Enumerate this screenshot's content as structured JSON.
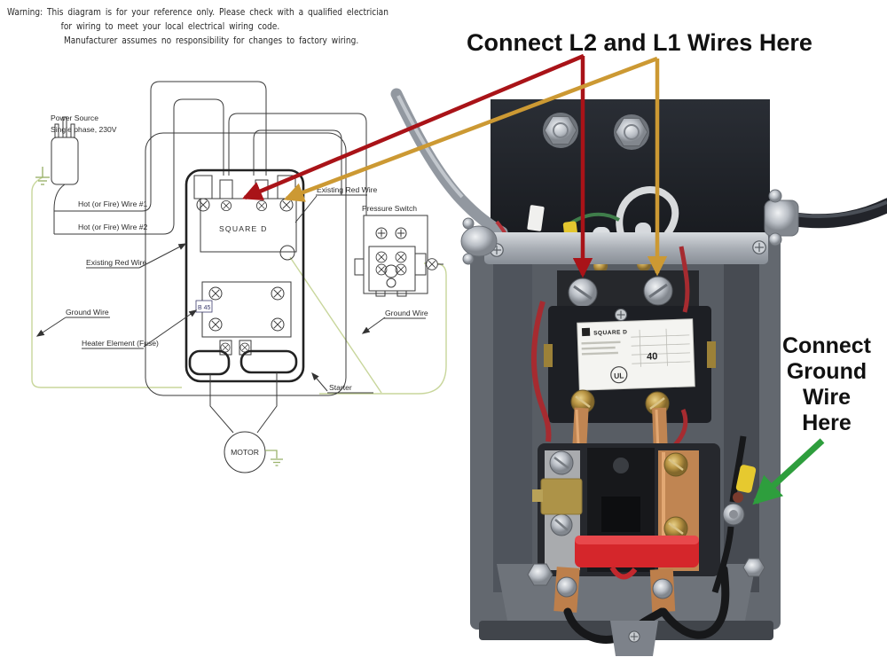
{
  "warning": {
    "line1": "Warning: This diagram is for your reference only. Please check with a qualified electrician",
    "line2": "for wiring to meet your local electrical wiring code.",
    "line3": "Manufacturer assumes no responsibility for changes to factory wiring."
  },
  "annotations": {
    "connect_wires": "Connect L2 and L1 Wires Here",
    "connect_ground": [
      "Connect",
      "Ground",
      "Wire",
      "Here"
    ]
  },
  "schematic": {
    "power_source_line1": "Power Source",
    "power_source_line2": "Single phase, 230V",
    "hot_wire_1": "Hot (or Fire) Wire #1",
    "hot_wire_2": "Hot (or Fire) Wire #2",
    "existing_red_wire_left": "Existing Red Wire",
    "ground_wire_left": "Ground Wire",
    "heater_element": "Heater Element (Fuse)",
    "starter": "Starter",
    "motor": "MOTOR",
    "square_d": "SQUARE D",
    "heater_code": "B 45",
    "pressure_switch": "Pressure Switch",
    "existing_red_wire_right": "Existing Red Wire",
    "ground_wire_right": "Ground Wire"
  },
  "photo": {
    "contactor_brand": "SQUARE D",
    "contactor_rating": "40",
    "contactor_cert": "UL"
  },
  "colors": {
    "arrow_red": "#a91318",
    "arrow_orange": "#cc9933",
    "arrow_green": "#2e9e3d"
  }
}
